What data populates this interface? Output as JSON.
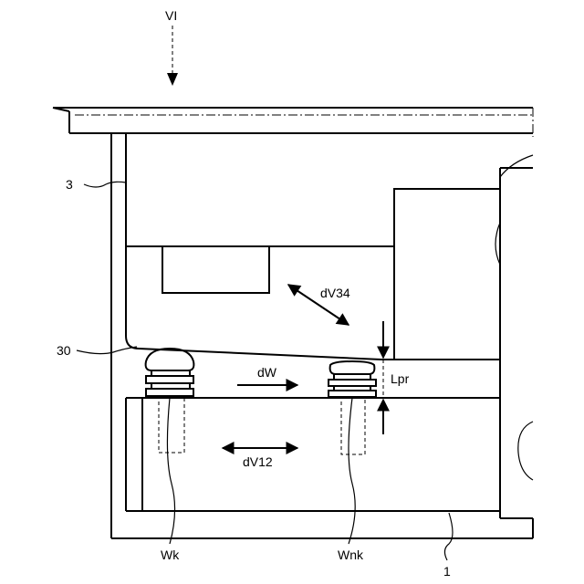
{
  "view_marker": "VI",
  "labels": {
    "part_3": "3",
    "part_30": "30",
    "part_1": "1",
    "dV34": "dV34",
    "dW": "dW",
    "dV12": "dV12",
    "Lpr": "Lpr",
    "Wk": "Wk",
    "Wnk": "Wnk"
  }
}
